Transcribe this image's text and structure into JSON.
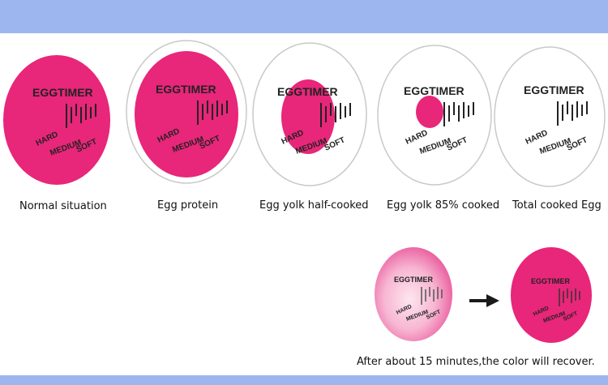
{
  "brand_text": "EGGTIMER",
  "scale_labels": {
    "hard": "HARD",
    "medium": "MEDIUM",
    "soft": "SOFT"
  },
  "colors": {
    "band": "#9eb6ef",
    "egg_pink": "#e8267a",
    "recovering_pink": "#f3a4c8",
    "outline": "#c9c9c9",
    "arrow": "#1a1a1a"
  },
  "stages": [
    {
      "caption": "Normal situation",
      "pink_fraction": 1.0
    },
    {
      "caption": "Egg protein",
      "pink_fraction": 0.85
    },
    {
      "caption": "Egg yolk half-cooked",
      "pink_fraction": 0.45
    },
    {
      "caption": "Egg yolk 85% cooked",
      "pink_fraction": 0.2
    },
    {
      "caption": "Total cooked Egg",
      "pink_fraction": 0.0
    }
  ],
  "recovery": {
    "from_icon": "fading-egg-icon",
    "arrow_icon": "arrow-right-icon",
    "to_icon": "pink-egg-icon",
    "caption": "After about 15 minutes,the color will recover."
  }
}
